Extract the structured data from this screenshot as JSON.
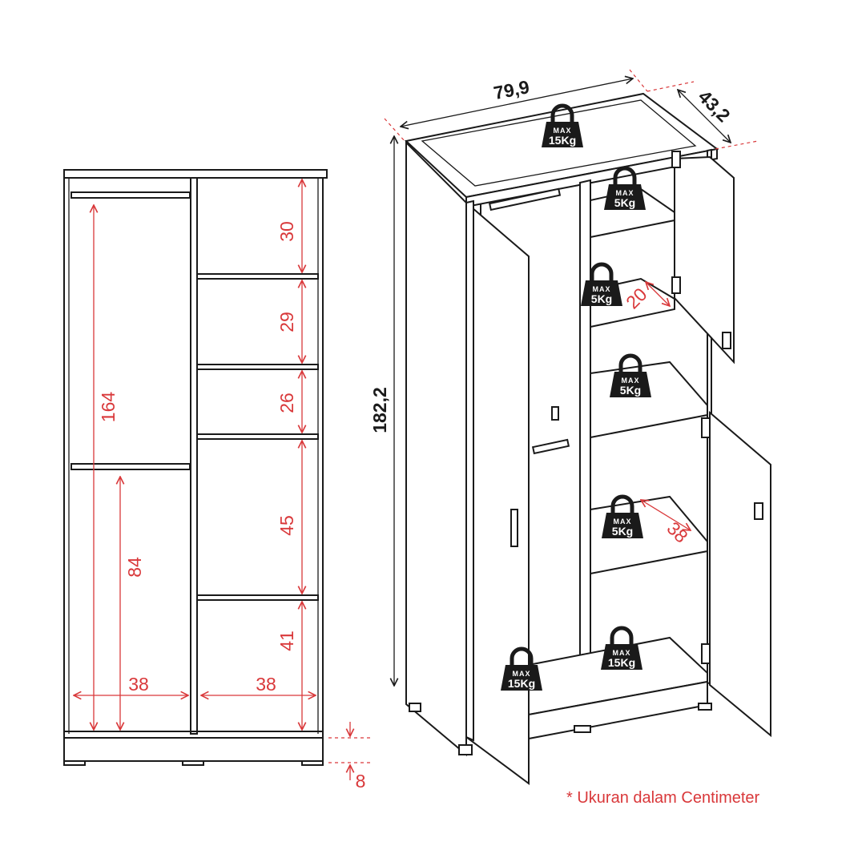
{
  "front_view": {
    "hanging_height_full": "164",
    "hanging_height_lower": "84",
    "hanging_width": "38",
    "shelf_width": "38",
    "shelf_gaps": [
      "30",
      "29",
      "26",
      "45",
      "41"
    ],
    "plinth_height": "8"
  },
  "isometric_view": {
    "width": "79,9",
    "depth": "43,2",
    "height": "182,2",
    "shelf_depth_small": "20",
    "shelf_depth_large": "38"
  },
  "weight_labels": {
    "max": "MAX",
    "top": "15Kg",
    "shelf_1": "5Kg",
    "shelf_2": "5Kg",
    "shelf_3": "5Kg",
    "shelf_4": "5Kg",
    "bottom_right": "15Kg",
    "bottom_left": "15Kg"
  },
  "note": "* Ukuran dalam Centimeter"
}
